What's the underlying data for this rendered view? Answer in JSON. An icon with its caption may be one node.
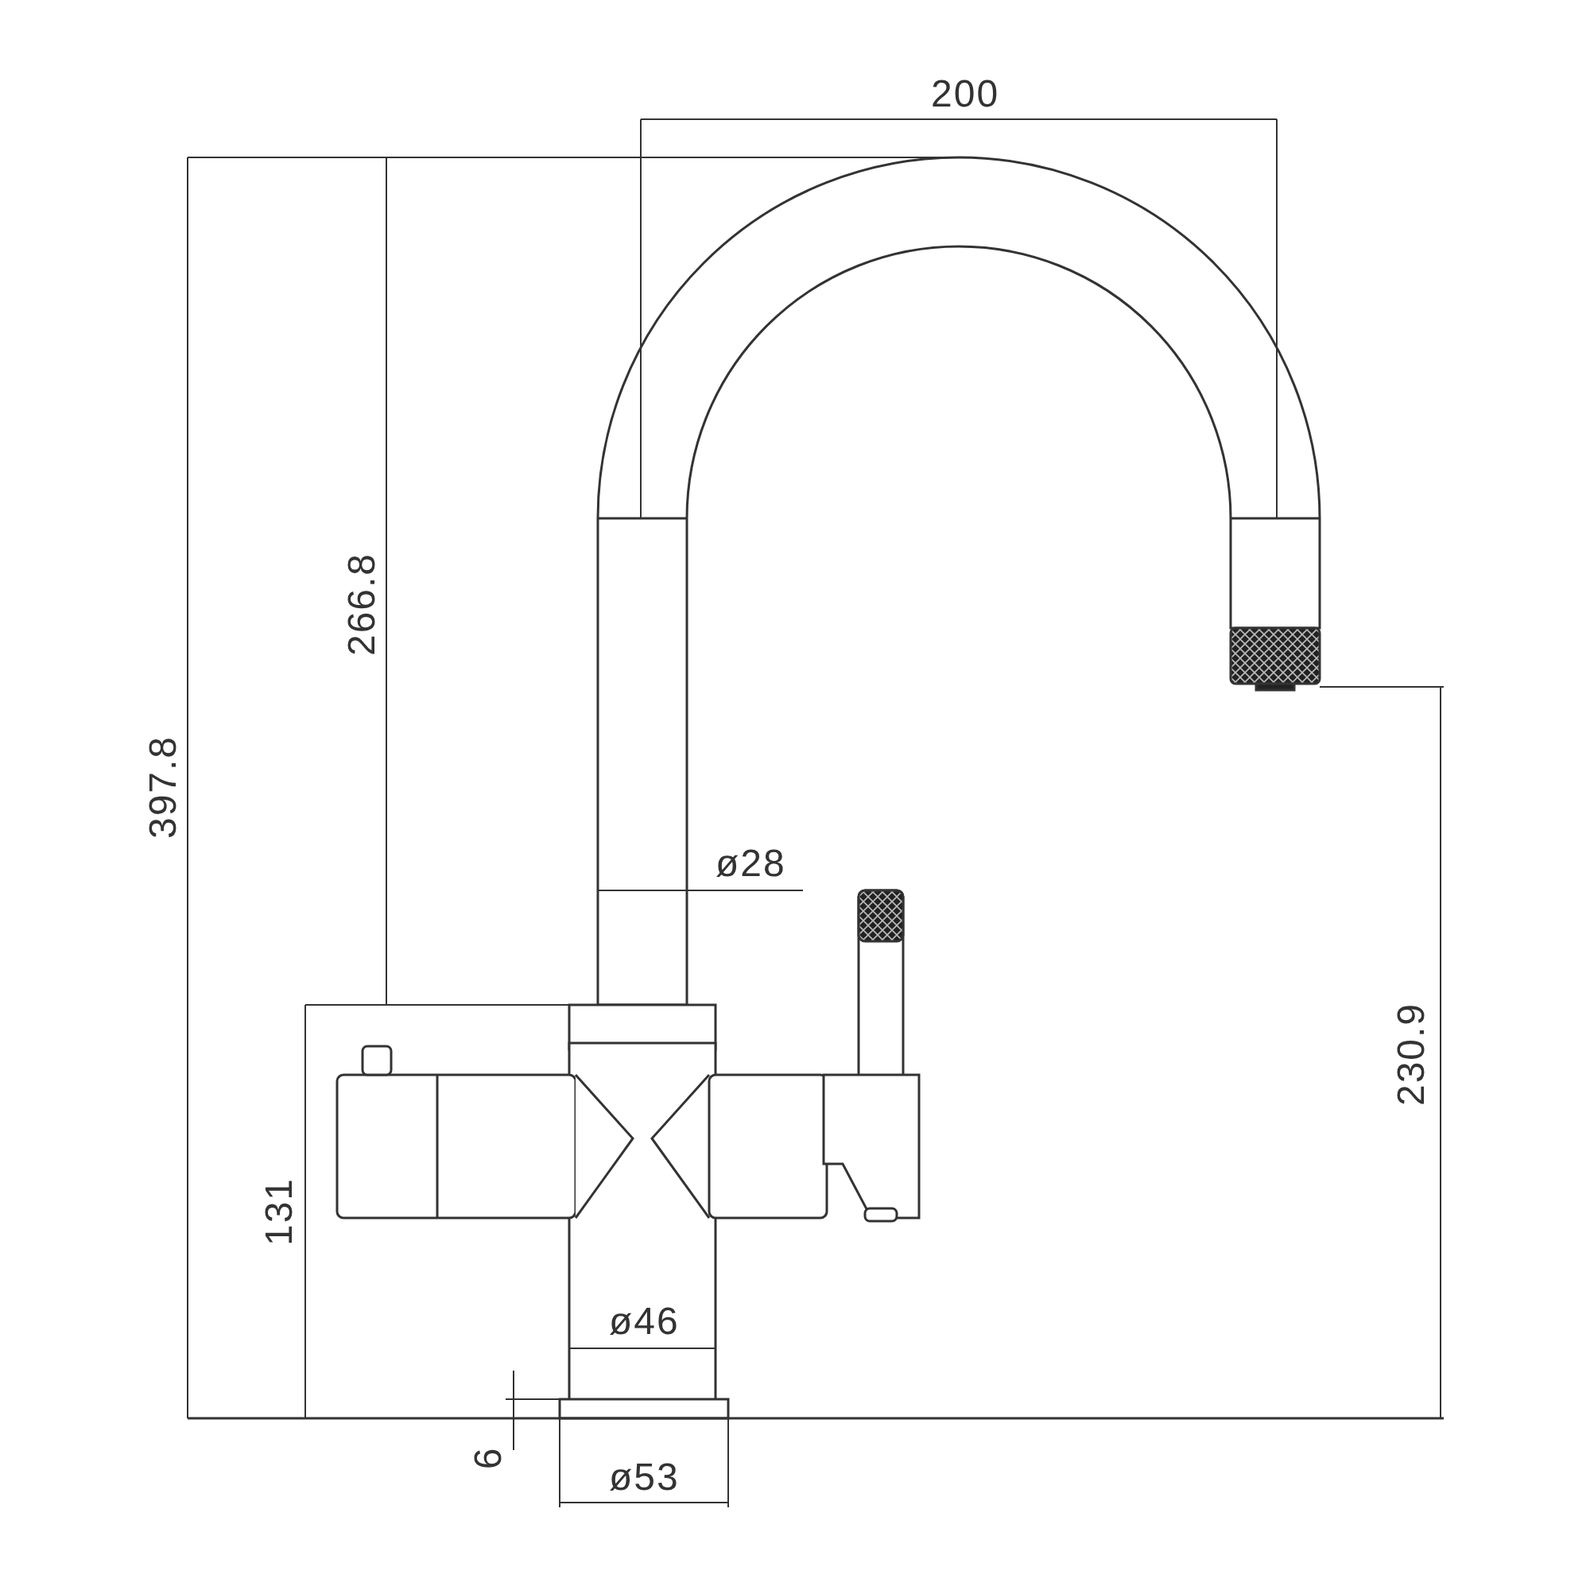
{
  "diagram": {
    "labels": [
      "200",
      "266.8",
      "397.8",
      "ø28",
      "230.9",
      "131",
      "ø46",
      "6",
      "ø53"
    ]
  }
}
